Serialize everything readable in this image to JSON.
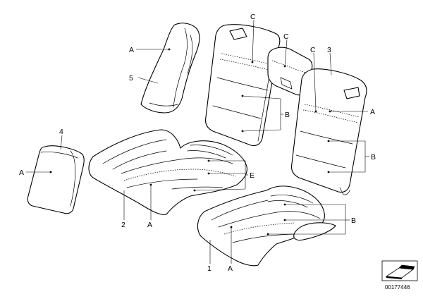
{
  "callouts": {
    "part_1": "1",
    "part_2": "2",
    "part_3": "3",
    "part_4": "4",
    "part_5": "5",
    "label_A": "A",
    "label_B": "B",
    "label_C": "C",
    "label_E": "E"
  },
  "reference_number": "00177446",
  "icons": {
    "reference_symbol": "seat-cushion-symbol-icon"
  }
}
